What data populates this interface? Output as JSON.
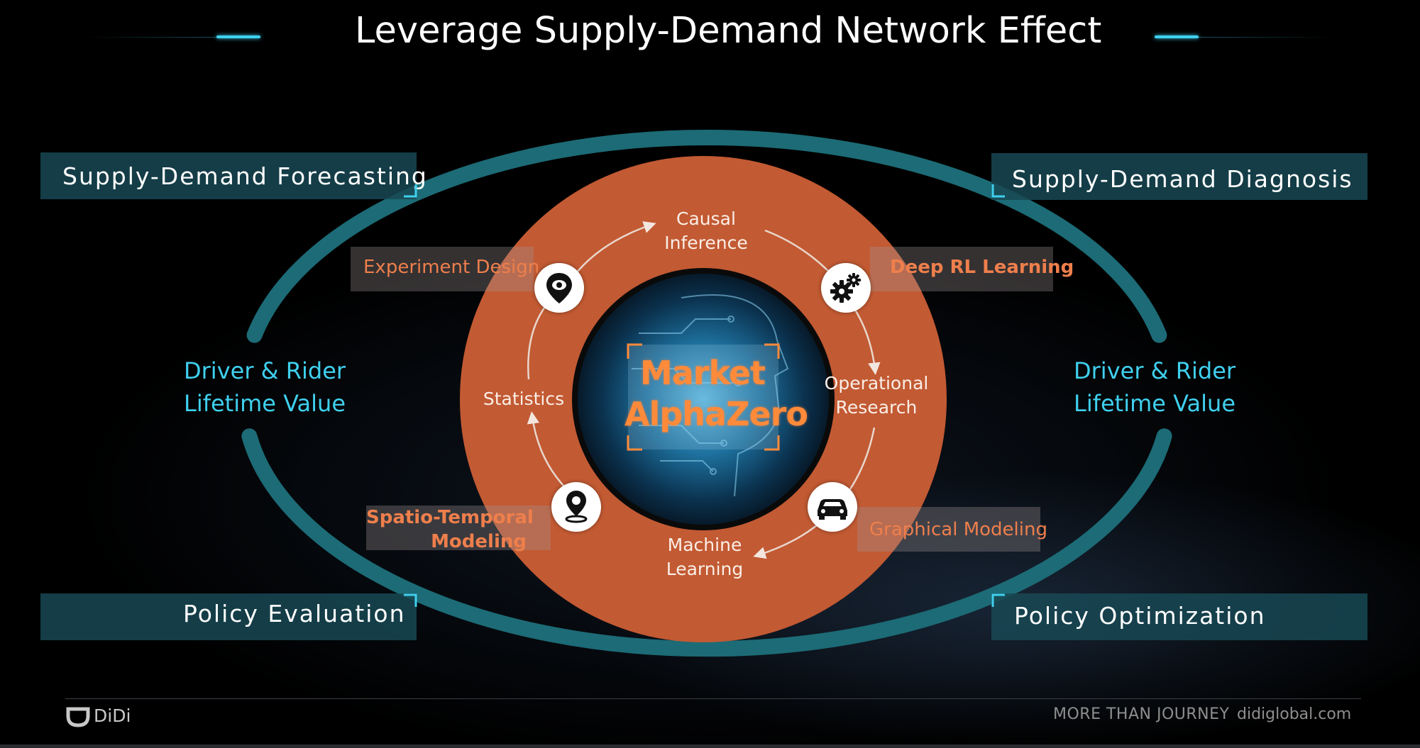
{
  "title": "Leverage Supply-Demand Network Effect",
  "corners": {
    "top_left": "Supply-Demand Forecasting",
    "top_right": "Supply-Demand Diagnosis",
    "bottom_left": "Policy Evaluation",
    "bottom_right": "Policy Optimization"
  },
  "lifetime_value": {
    "left": [
      "Driver & Rider",
      "Lifetime Value"
    ],
    "right": [
      "Driver & Rider",
      "Lifetime Value"
    ]
  },
  "cycle_nodes": {
    "causal": [
      "Causal",
      "Inference"
    ],
    "operational": [
      "Operational",
      "Research"
    ],
    "machine": [
      "Machine",
      "Learning"
    ],
    "statistics": [
      "Statistics"
    ]
  },
  "tags": {
    "experiment": "Experiment Design",
    "deep_rl": "Deep RL Learning",
    "spatio": [
      "Spatio-Temporal",
      "Modeling"
    ],
    "graphical": "Graphical Modeling"
  },
  "core": [
    "Market",
    "AlphaZero"
  ],
  "icons": {
    "experiment": "map-pin-eye-icon",
    "deep_rl": "gears-icon",
    "spatio": "location-pin-icon",
    "graphical": "car-icon"
  },
  "colors": {
    "ellipse": "#1c6b76",
    "ring": "#c25a33",
    "accent": "#3fd0ee",
    "tag_text": "#ee7f4c",
    "core_text": "#ff8a3a"
  },
  "footer": {
    "logo": "DiDi",
    "slogan": "MORE THAN JOURNEY",
    "site": "didiglobal.com"
  }
}
